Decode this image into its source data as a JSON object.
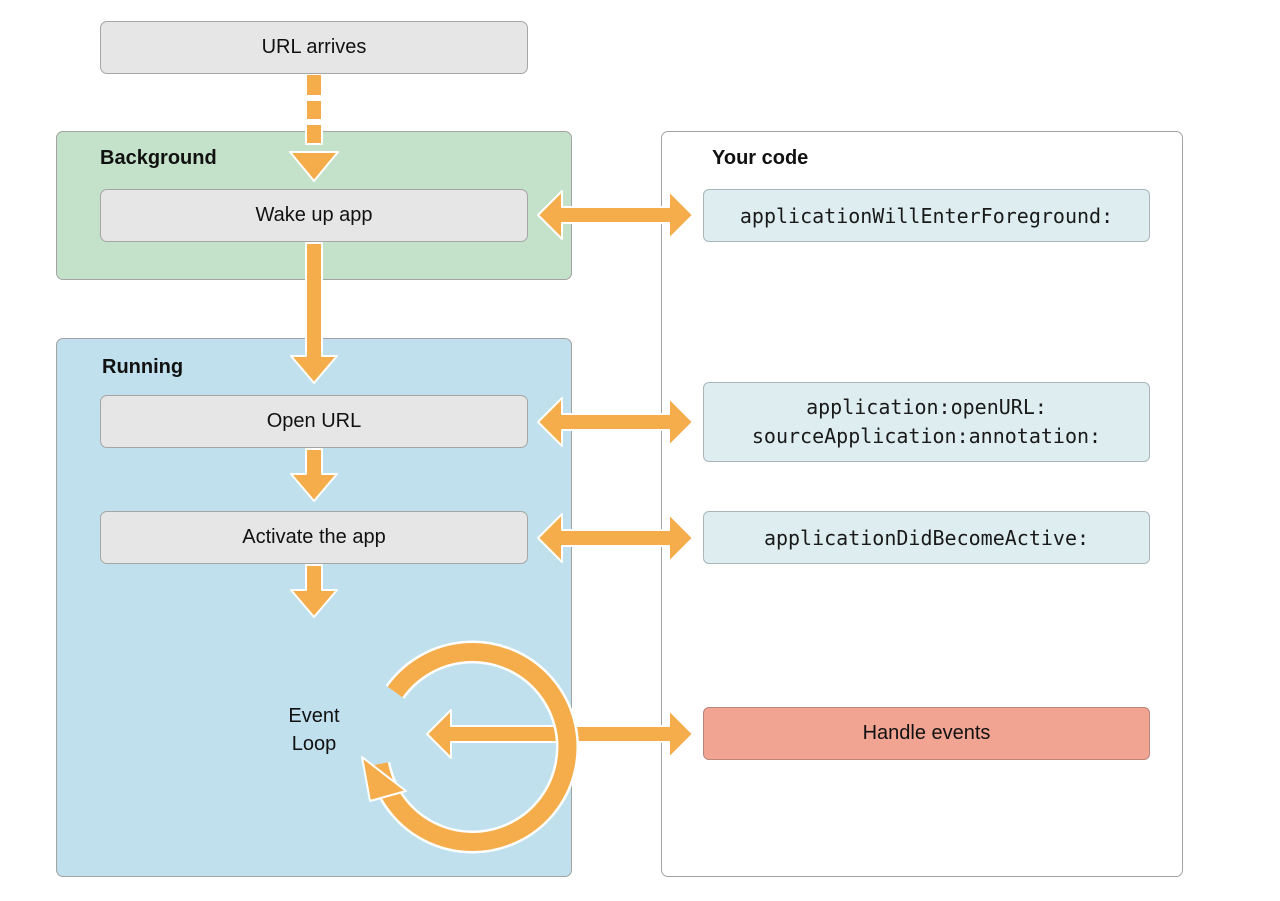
{
  "start_step": {
    "label": "URL arrives"
  },
  "background": {
    "title": "Background",
    "color": "#c4e1c9",
    "step": {
      "label": "Wake up app"
    }
  },
  "running": {
    "title": "Running",
    "color": "#bfe0ec",
    "steps": [
      {
        "label": "Open URL"
      },
      {
        "label": "Activate the app"
      }
    ],
    "event_loop": {
      "line1": "Event",
      "line2": "Loop"
    }
  },
  "your_code": {
    "title": "Your code",
    "callbacks": [
      {
        "lines": [
          "applicationWillEnterForeground:"
        ]
      },
      {
        "lines": [
          "application:openURL:",
          "sourceApplication:annotation:"
        ]
      },
      {
        "lines": [
          "applicationDidBecomeActive:"
        ]
      }
    ],
    "handler": {
      "label": "Handle events"
    }
  },
  "colors": {
    "arrow": "#f5ac4a",
    "code_box": "#deeef0",
    "handler_box": "#f2a493",
    "step_box": "#e6e6e6"
  }
}
